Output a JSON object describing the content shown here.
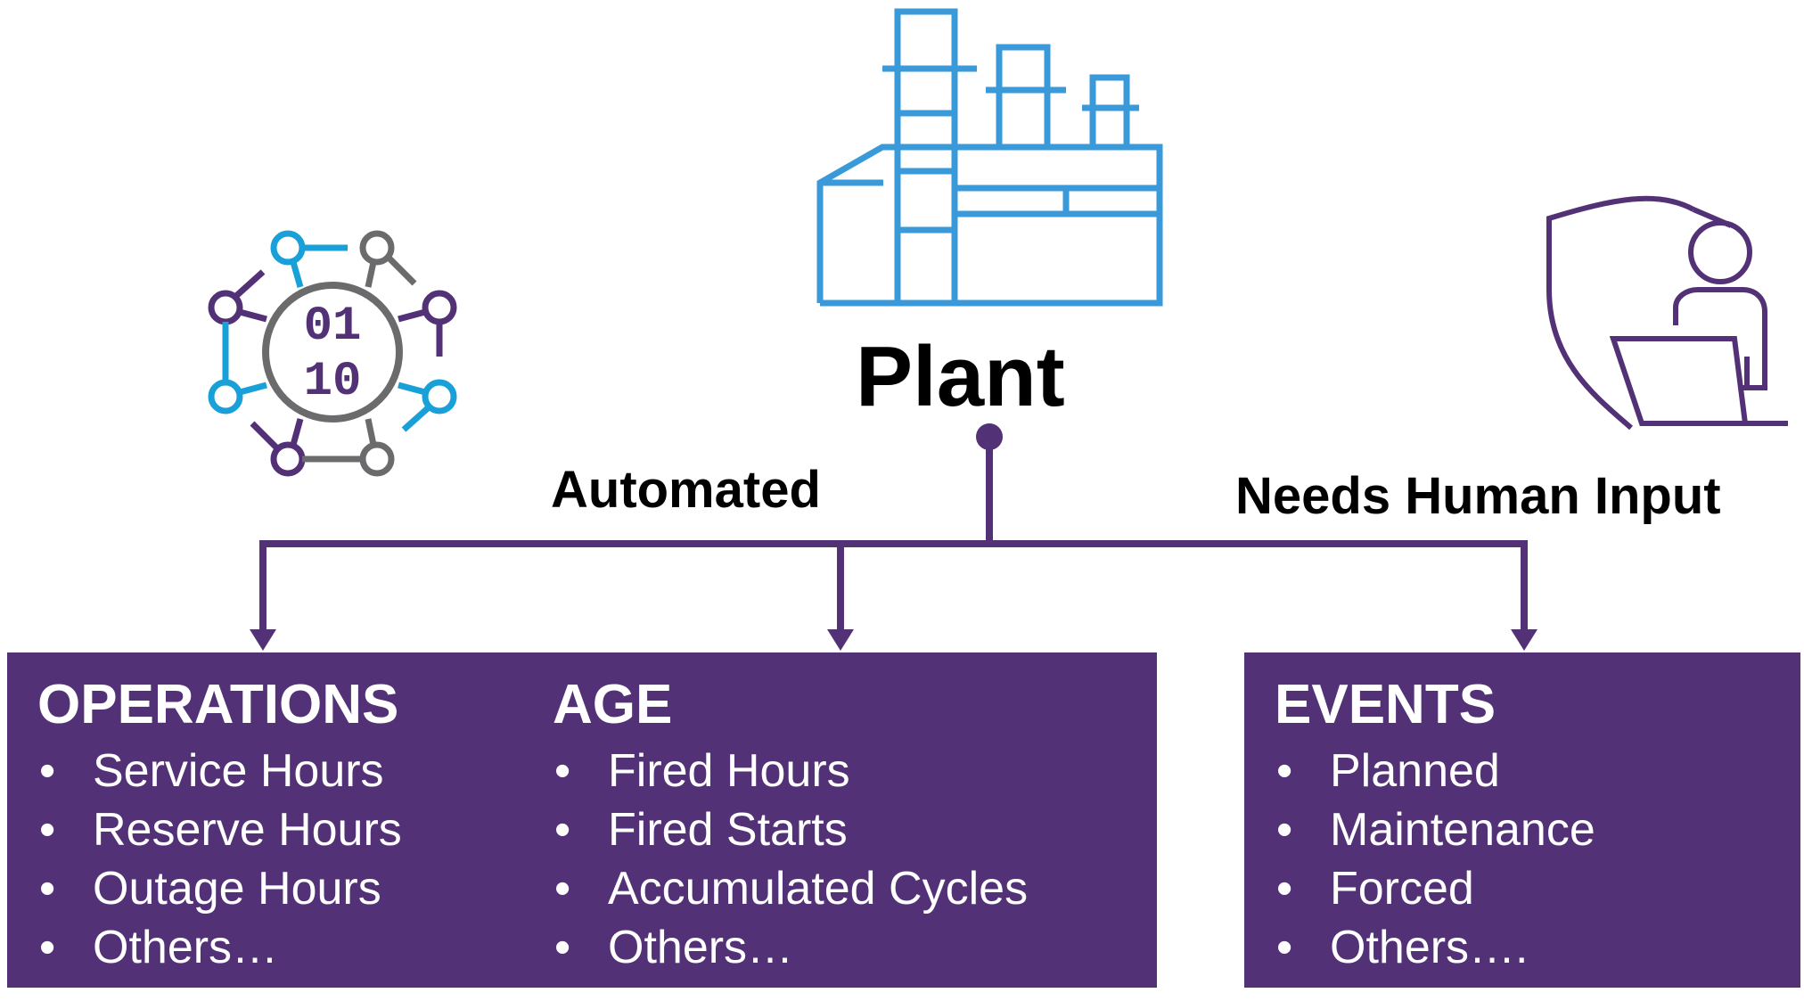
{
  "plant": {
    "title": "Plant"
  },
  "branches": {
    "automated": "Automated",
    "human": "Needs Human Input"
  },
  "icons": {
    "data": "binary-data-network-icon",
    "plant": "factory-icon",
    "human": "user-with-laptop-shield-icon"
  },
  "colors": {
    "purple": "#533176",
    "blue": "#3a9ad9",
    "cyan": "#1aa0d8",
    "gray": "#6b6b6d",
    "box": "#533176"
  },
  "operations": {
    "title": "OPERATIONS",
    "items": [
      "Service Hours",
      "Reserve Hours",
      "Outage Hours",
      "Others…"
    ]
  },
  "age": {
    "title": "AGE",
    "items": [
      "Fired Hours",
      "Fired Starts",
      "Accumulated Cycles",
      "Others…"
    ]
  },
  "events": {
    "title": "EVENTS",
    "items": [
      "Planned",
      "Maintenance",
      "Forced",
      "Others…."
    ]
  },
  "bullet_char": "•"
}
